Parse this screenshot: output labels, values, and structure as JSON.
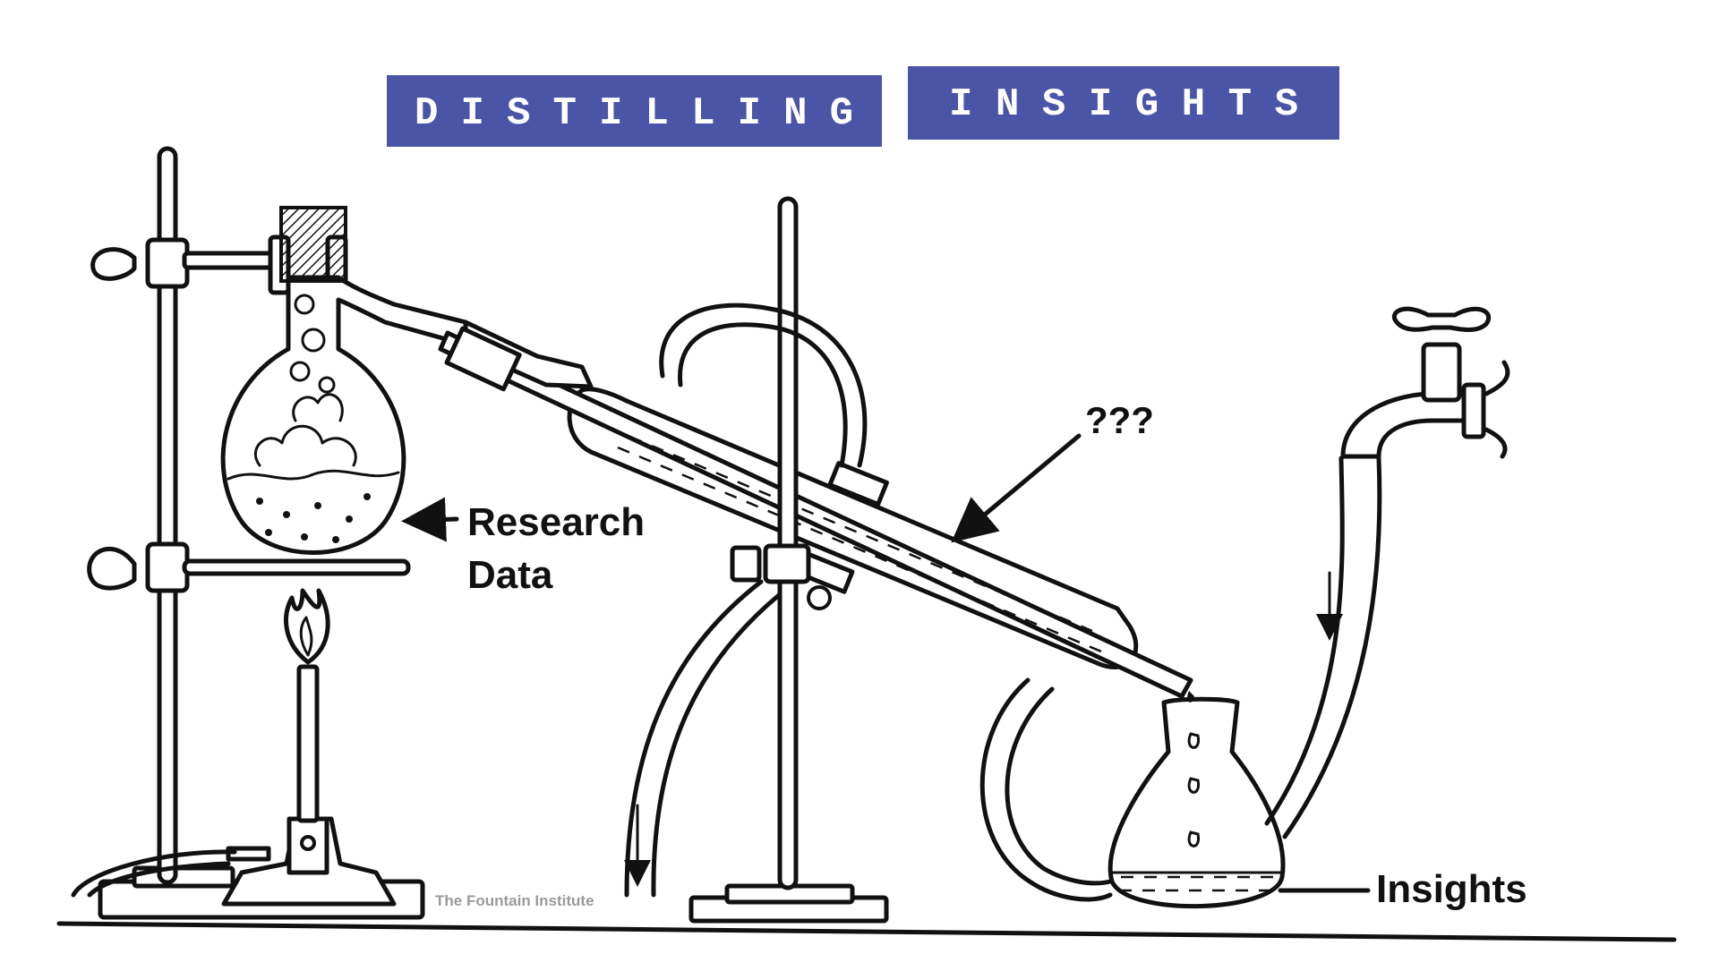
{
  "title": {
    "word1": "DISTILLING",
    "word2": "INSIGHTS",
    "banner_color": "#4a55a8"
  },
  "labels": {
    "research_line1": "Research",
    "research_line2": "Data",
    "process": "???",
    "output": "Insights"
  },
  "credit": "The Fountain Institute",
  "colors": {
    "ink": "#111111",
    "credit": "#9a9a9a"
  }
}
